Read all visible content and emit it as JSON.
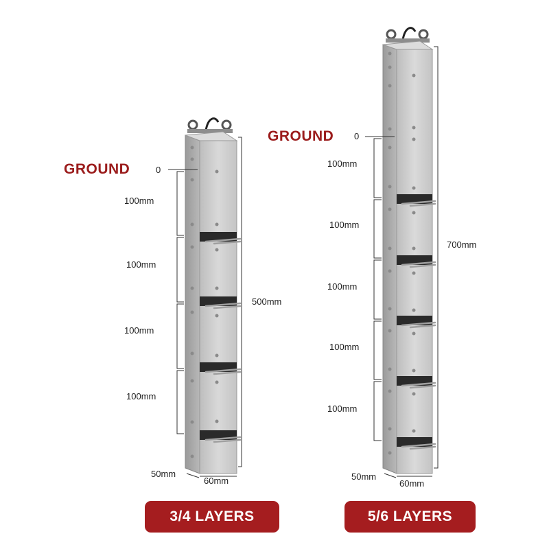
{
  "left": {
    "ground_label": "GROUND",
    "zero_label": "0",
    "spacing_labels": [
      "100mm",
      "100mm",
      "100mm",
      "100mm"
    ],
    "total_label": "500mm",
    "depth_label": "50mm",
    "width_label": "60mm",
    "layers_label": "3/4 LAYERS"
  },
  "right": {
    "ground_label": "GROUND",
    "zero_label": "0",
    "spacing_labels": [
      "100mm",
      "100mm",
      "100mm",
      "100mm",
      "100mm"
    ],
    "total_label": "700mm",
    "depth_label": "50mm",
    "width_label": "60mm",
    "layers_label": "5/6 LAYERS"
  },
  "colors": {
    "accent": "#a51d1f",
    "ground_text": "#9b1c1c",
    "metal": "#c9c9c9"
  }
}
